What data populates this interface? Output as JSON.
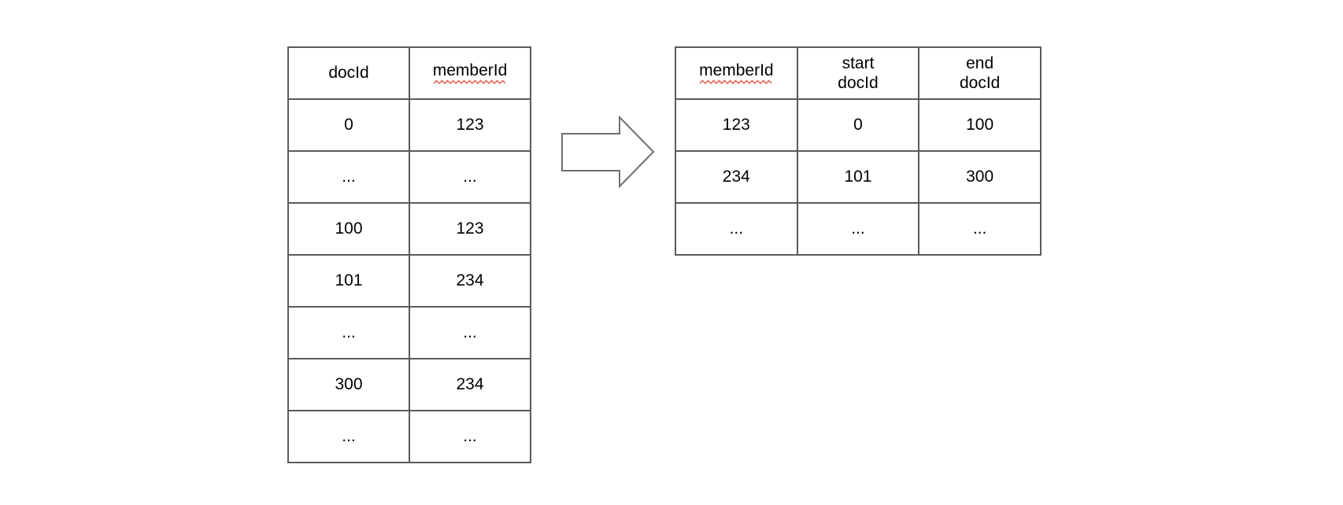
{
  "diagram": {
    "description_colors": {
      "background": "#ffffff",
      "table_border": "#5b5b5b",
      "arrow_outline": "#707070",
      "text": "#000000",
      "spellcheck_underline": "#e25a4b"
    },
    "left_table": {
      "columns": [
        {
          "label": "docId",
          "misspelling_underline": false
        },
        {
          "label": "memberId",
          "misspelling_underline": true
        }
      ],
      "rows": [
        [
          "0",
          "123"
        ],
        [
          "...",
          "..."
        ],
        [
          "100",
          "123"
        ],
        [
          "101",
          "234"
        ],
        [
          "...",
          "..."
        ],
        [
          "300",
          "234"
        ],
        [
          "...",
          "..."
        ]
      ]
    },
    "arrow": {
      "type": "block-arrow",
      "direction": "right"
    },
    "right_table": {
      "columns": [
        {
          "label": "memberId",
          "label_lines": [
            "memberId"
          ],
          "misspelling_underline": true
        },
        {
          "label": "start docId",
          "label_lines": [
            "start",
            "docId"
          ],
          "misspelling_underline": false
        },
        {
          "label": "end docId",
          "label_lines": [
            "end",
            "docId"
          ],
          "misspelling_underline": false
        }
      ],
      "rows": [
        [
          "123",
          "0",
          "100"
        ],
        [
          "234",
          "101",
          "300"
        ],
        [
          "...",
          "...",
          "..."
        ]
      ]
    }
  }
}
